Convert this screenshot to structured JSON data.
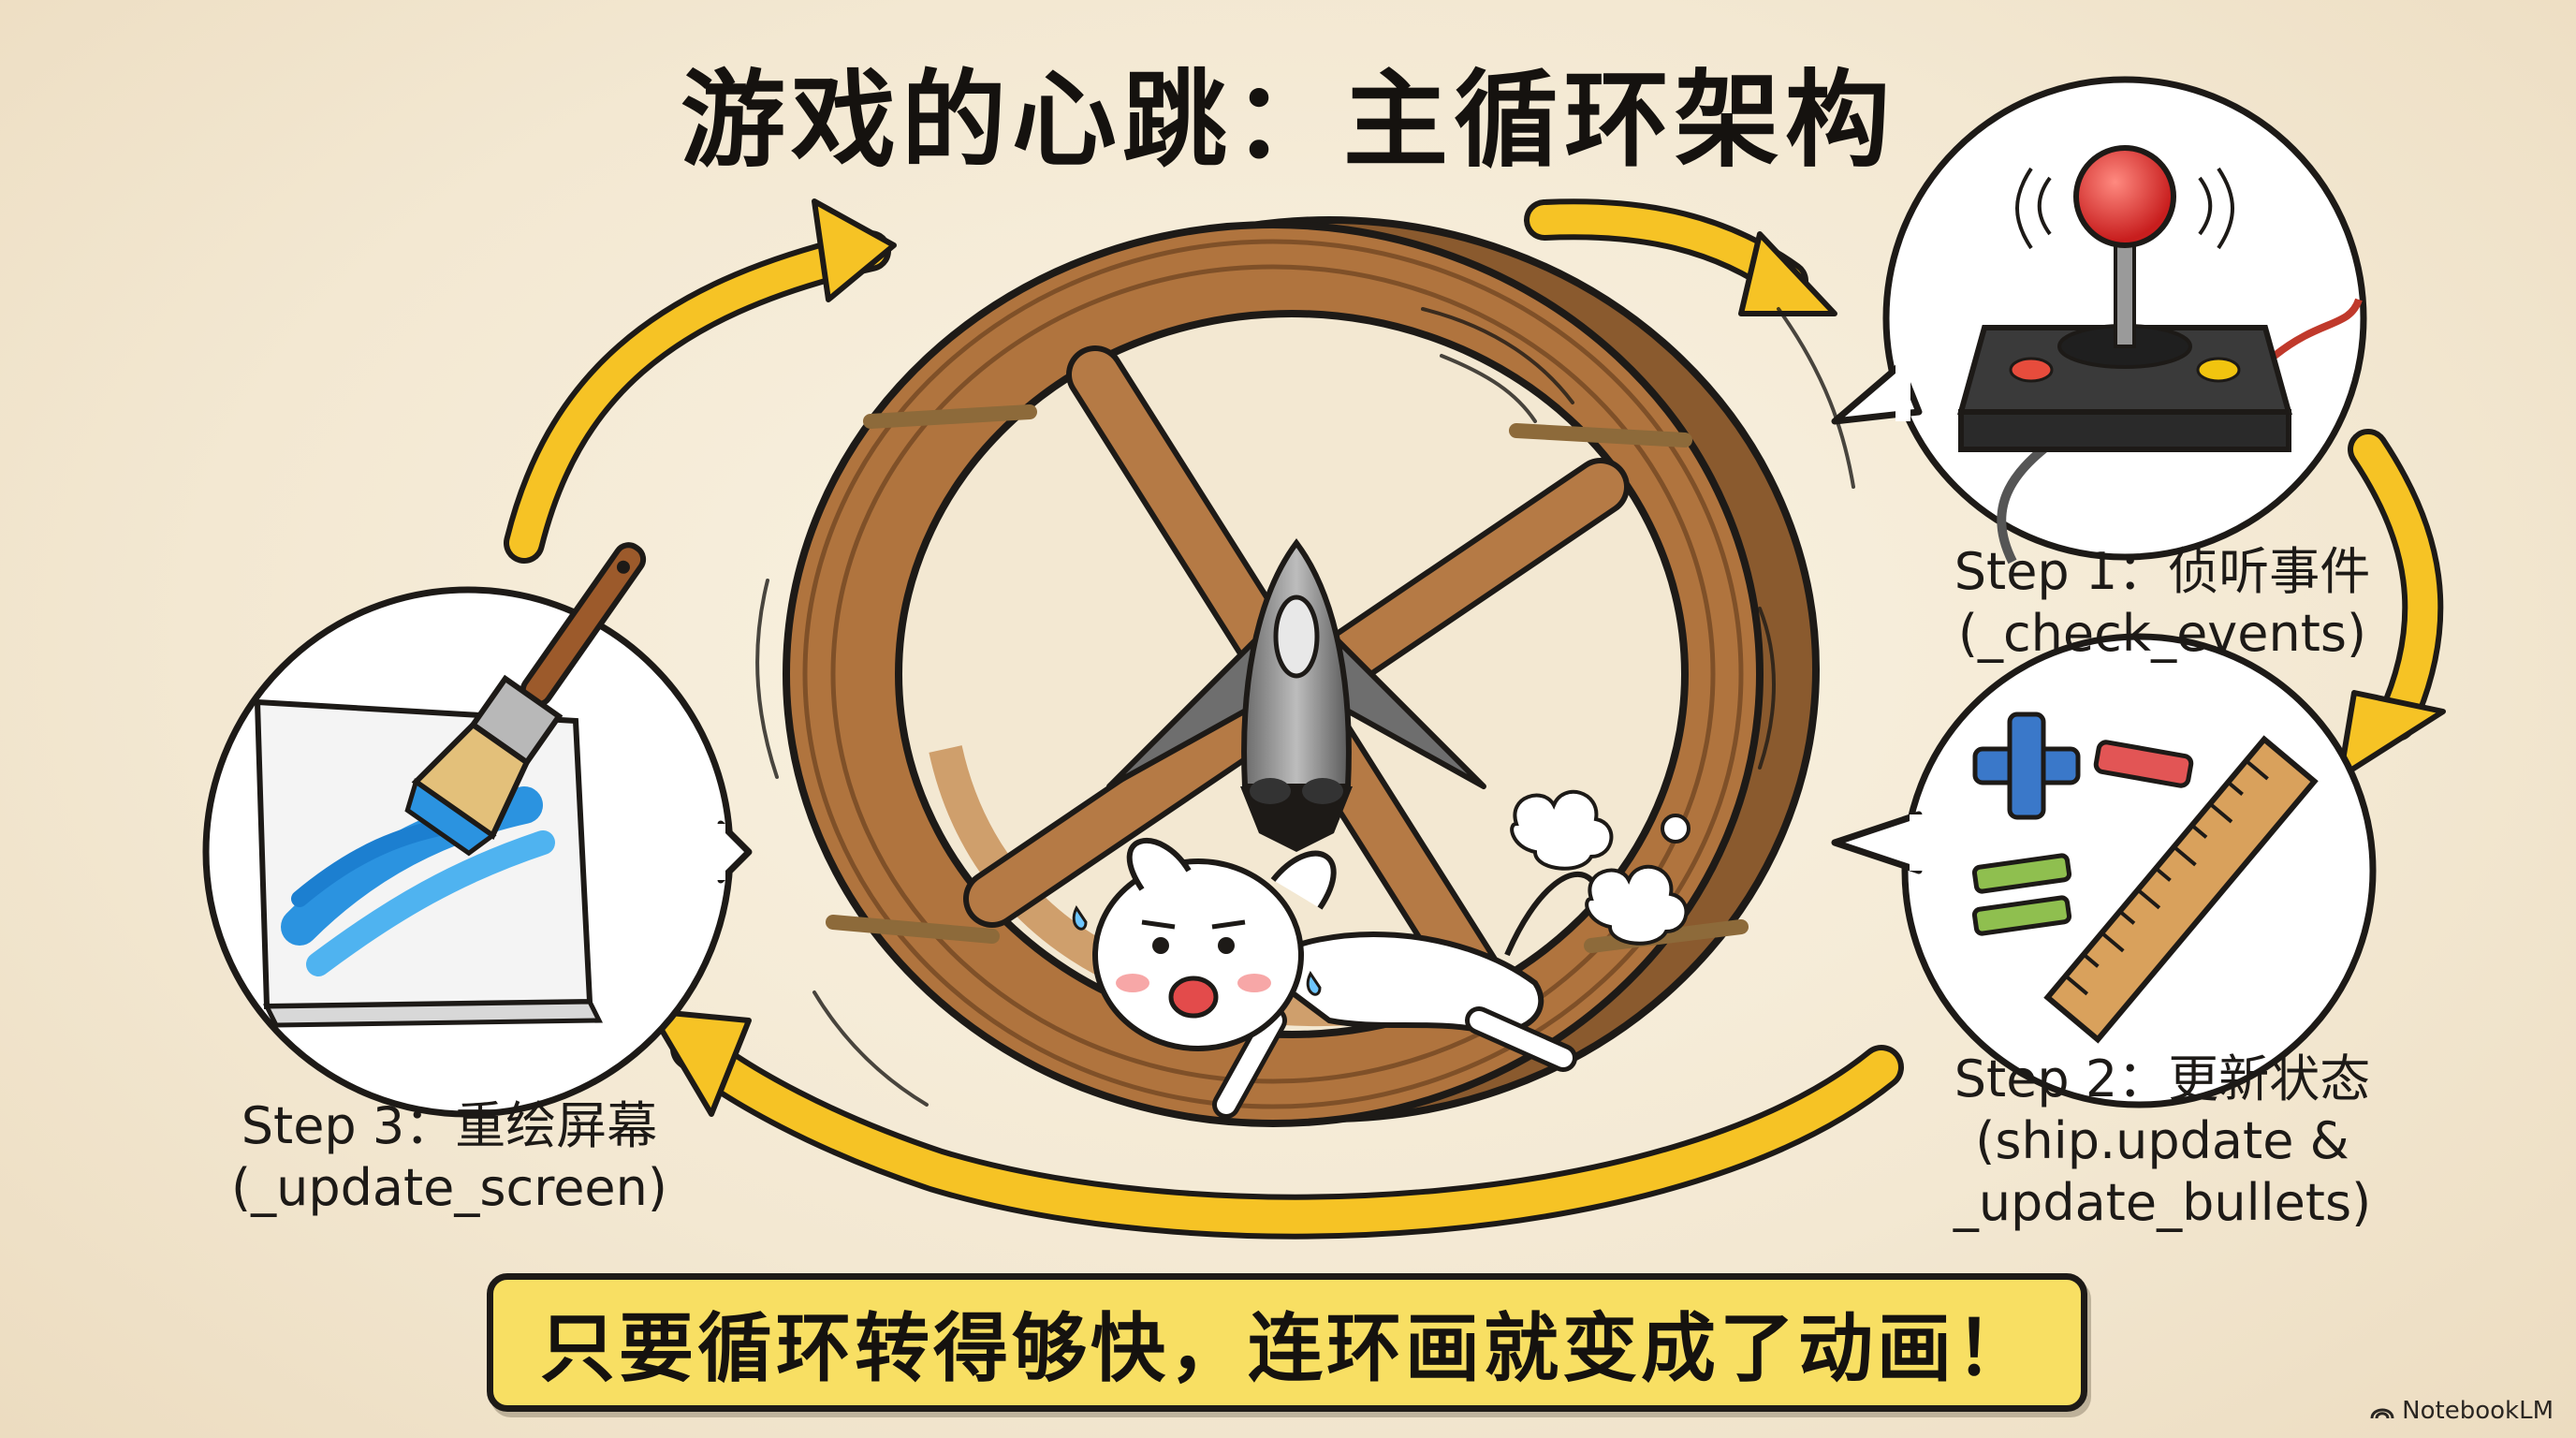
{
  "title": "游戏的心跳：主循环架构",
  "steps": [
    {
      "line1": "Step 1：侦听事件",
      "line2": "(_check_events)",
      "icon": "joystick-icon"
    },
    {
      "line1": "Step 2：更新状态",
      "line2": "(ship.update &",
      "line3": "_update_bullets)",
      "icon": "math-ruler-icon"
    },
    {
      "line1": "Step 3：重绘屏幕",
      "line2": "(_update_screen)",
      "icon": "paintbrush-canvas-icon"
    }
  ],
  "banner": "只要循环转得够快，连环画就变成了动画！",
  "watermark": "NotebookLM",
  "colors": {
    "background": "#f5ecd9",
    "arrow": "#f6c325",
    "banner": "#f8df63",
    "wood": "#b0743e",
    "ink": "#1d1a17"
  }
}
